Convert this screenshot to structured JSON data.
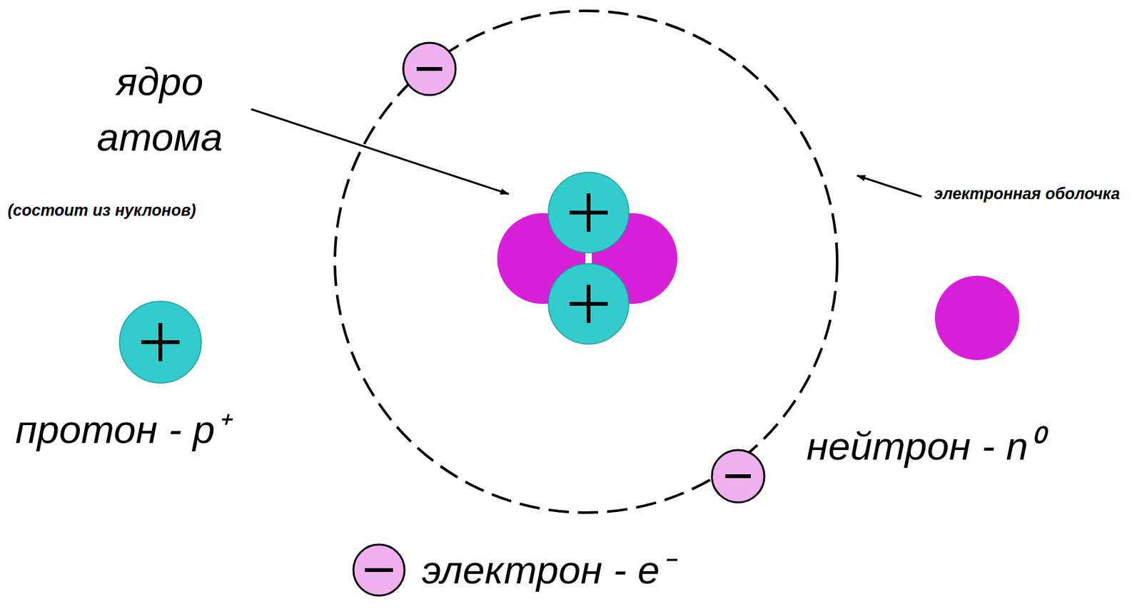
{
  "diagram": {
    "labels": [
      "ядро атома",
      "(состоит из нуклонов)",
      "электронная оболочка",
      "протон - p⁺",
      "нейтрон - n⁰",
      "электрон - e⁻"
    ]
  }
}
